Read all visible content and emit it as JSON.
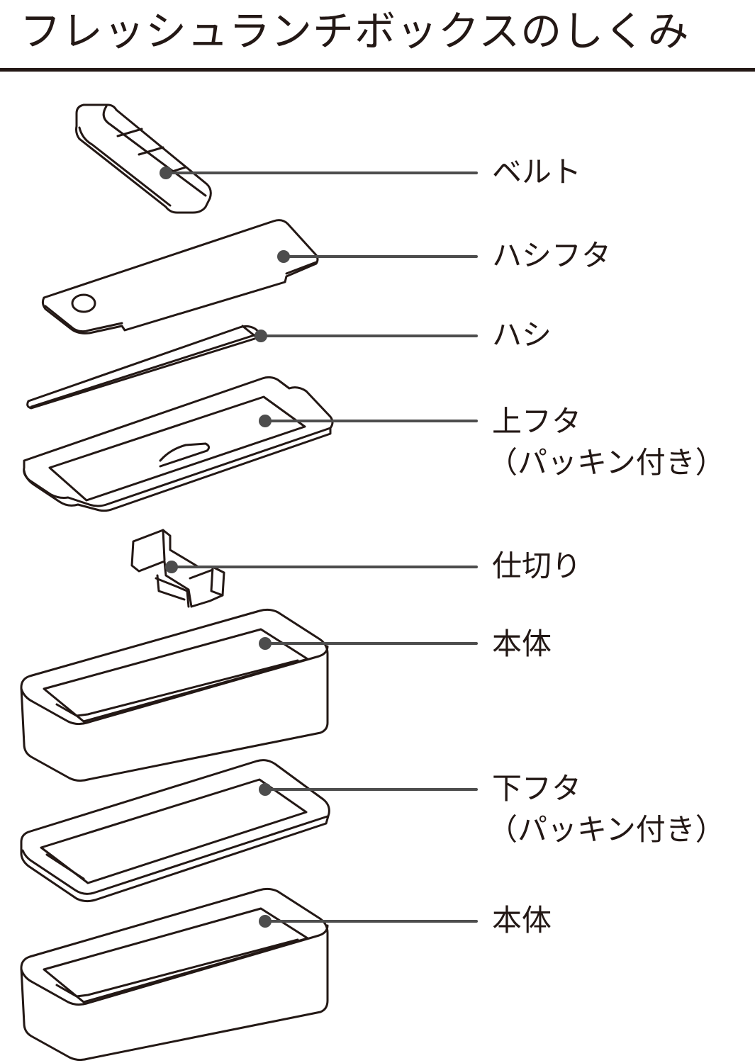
{
  "title": "フレッシュランチボックスのしくみ",
  "parts": [
    {
      "name": "ベルト",
      "note": ""
    },
    {
      "name": "ハシフタ",
      "note": ""
    },
    {
      "name": "ハシ",
      "note": ""
    },
    {
      "name": "上フタ",
      "note": "（パッキン付き）"
    },
    {
      "name": "仕切り",
      "note": ""
    },
    {
      "name": "本体",
      "note": ""
    },
    {
      "name": "下フタ",
      "note": "（パッキン付き）"
    },
    {
      "name": "本体",
      "note": ""
    }
  ],
  "colors": {
    "ink": "#231815",
    "leader": "#4d4d4d",
    "background": "#ffffff"
  }
}
